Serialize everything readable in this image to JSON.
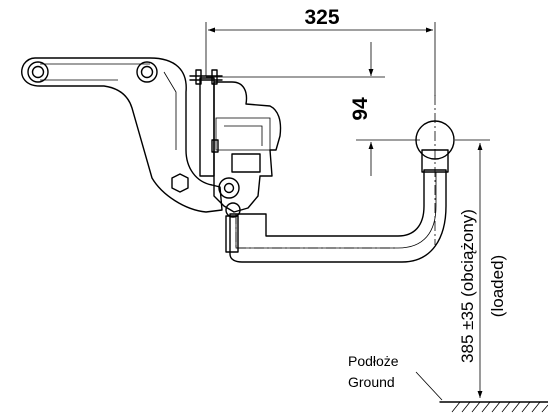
{
  "dimensions": {
    "horizontal": "325",
    "vertical": "94",
    "height_loaded": "385 ±35 (obciążony)",
    "loaded_en": "(loaded)"
  },
  "ground": {
    "label_pl": "Podłoże",
    "label_en": "Ground"
  }
}
